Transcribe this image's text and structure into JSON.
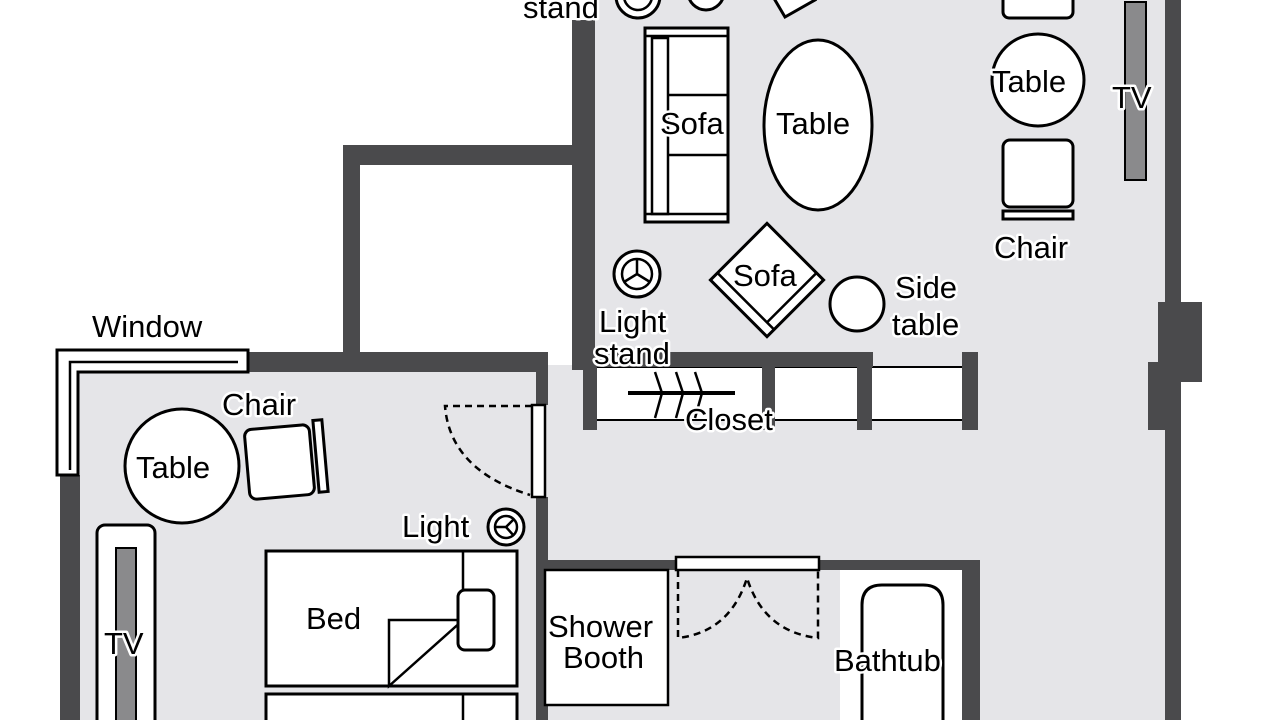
{
  "title": "Floor plan",
  "colors": {
    "wall": "#4a4a4c",
    "floor": "#e5e5e8",
    "tv": "#8a8a8c"
  },
  "labels": {
    "light_stand_top": "stand",
    "sofa_main": "Sofa",
    "table_oval": "Table",
    "table_round_right": "Table",
    "tv_living": "TV",
    "chair_living": "Chair",
    "sofa_corner": "Sofa",
    "light_stand_line1": "Light",
    "light_stand_line2": "stand",
    "side_table_line1": "Side",
    "side_table_line2": "table",
    "closet": "Closet",
    "window": "Window",
    "chair_bedroom": "Chair",
    "table_bedroom": "Table",
    "light_bedroom": "Light",
    "bed": "Bed",
    "tv_bedroom": "TV",
    "shower_line1": "Shower",
    "shower_line2": "Booth",
    "bathtub": "Bathtub"
  }
}
